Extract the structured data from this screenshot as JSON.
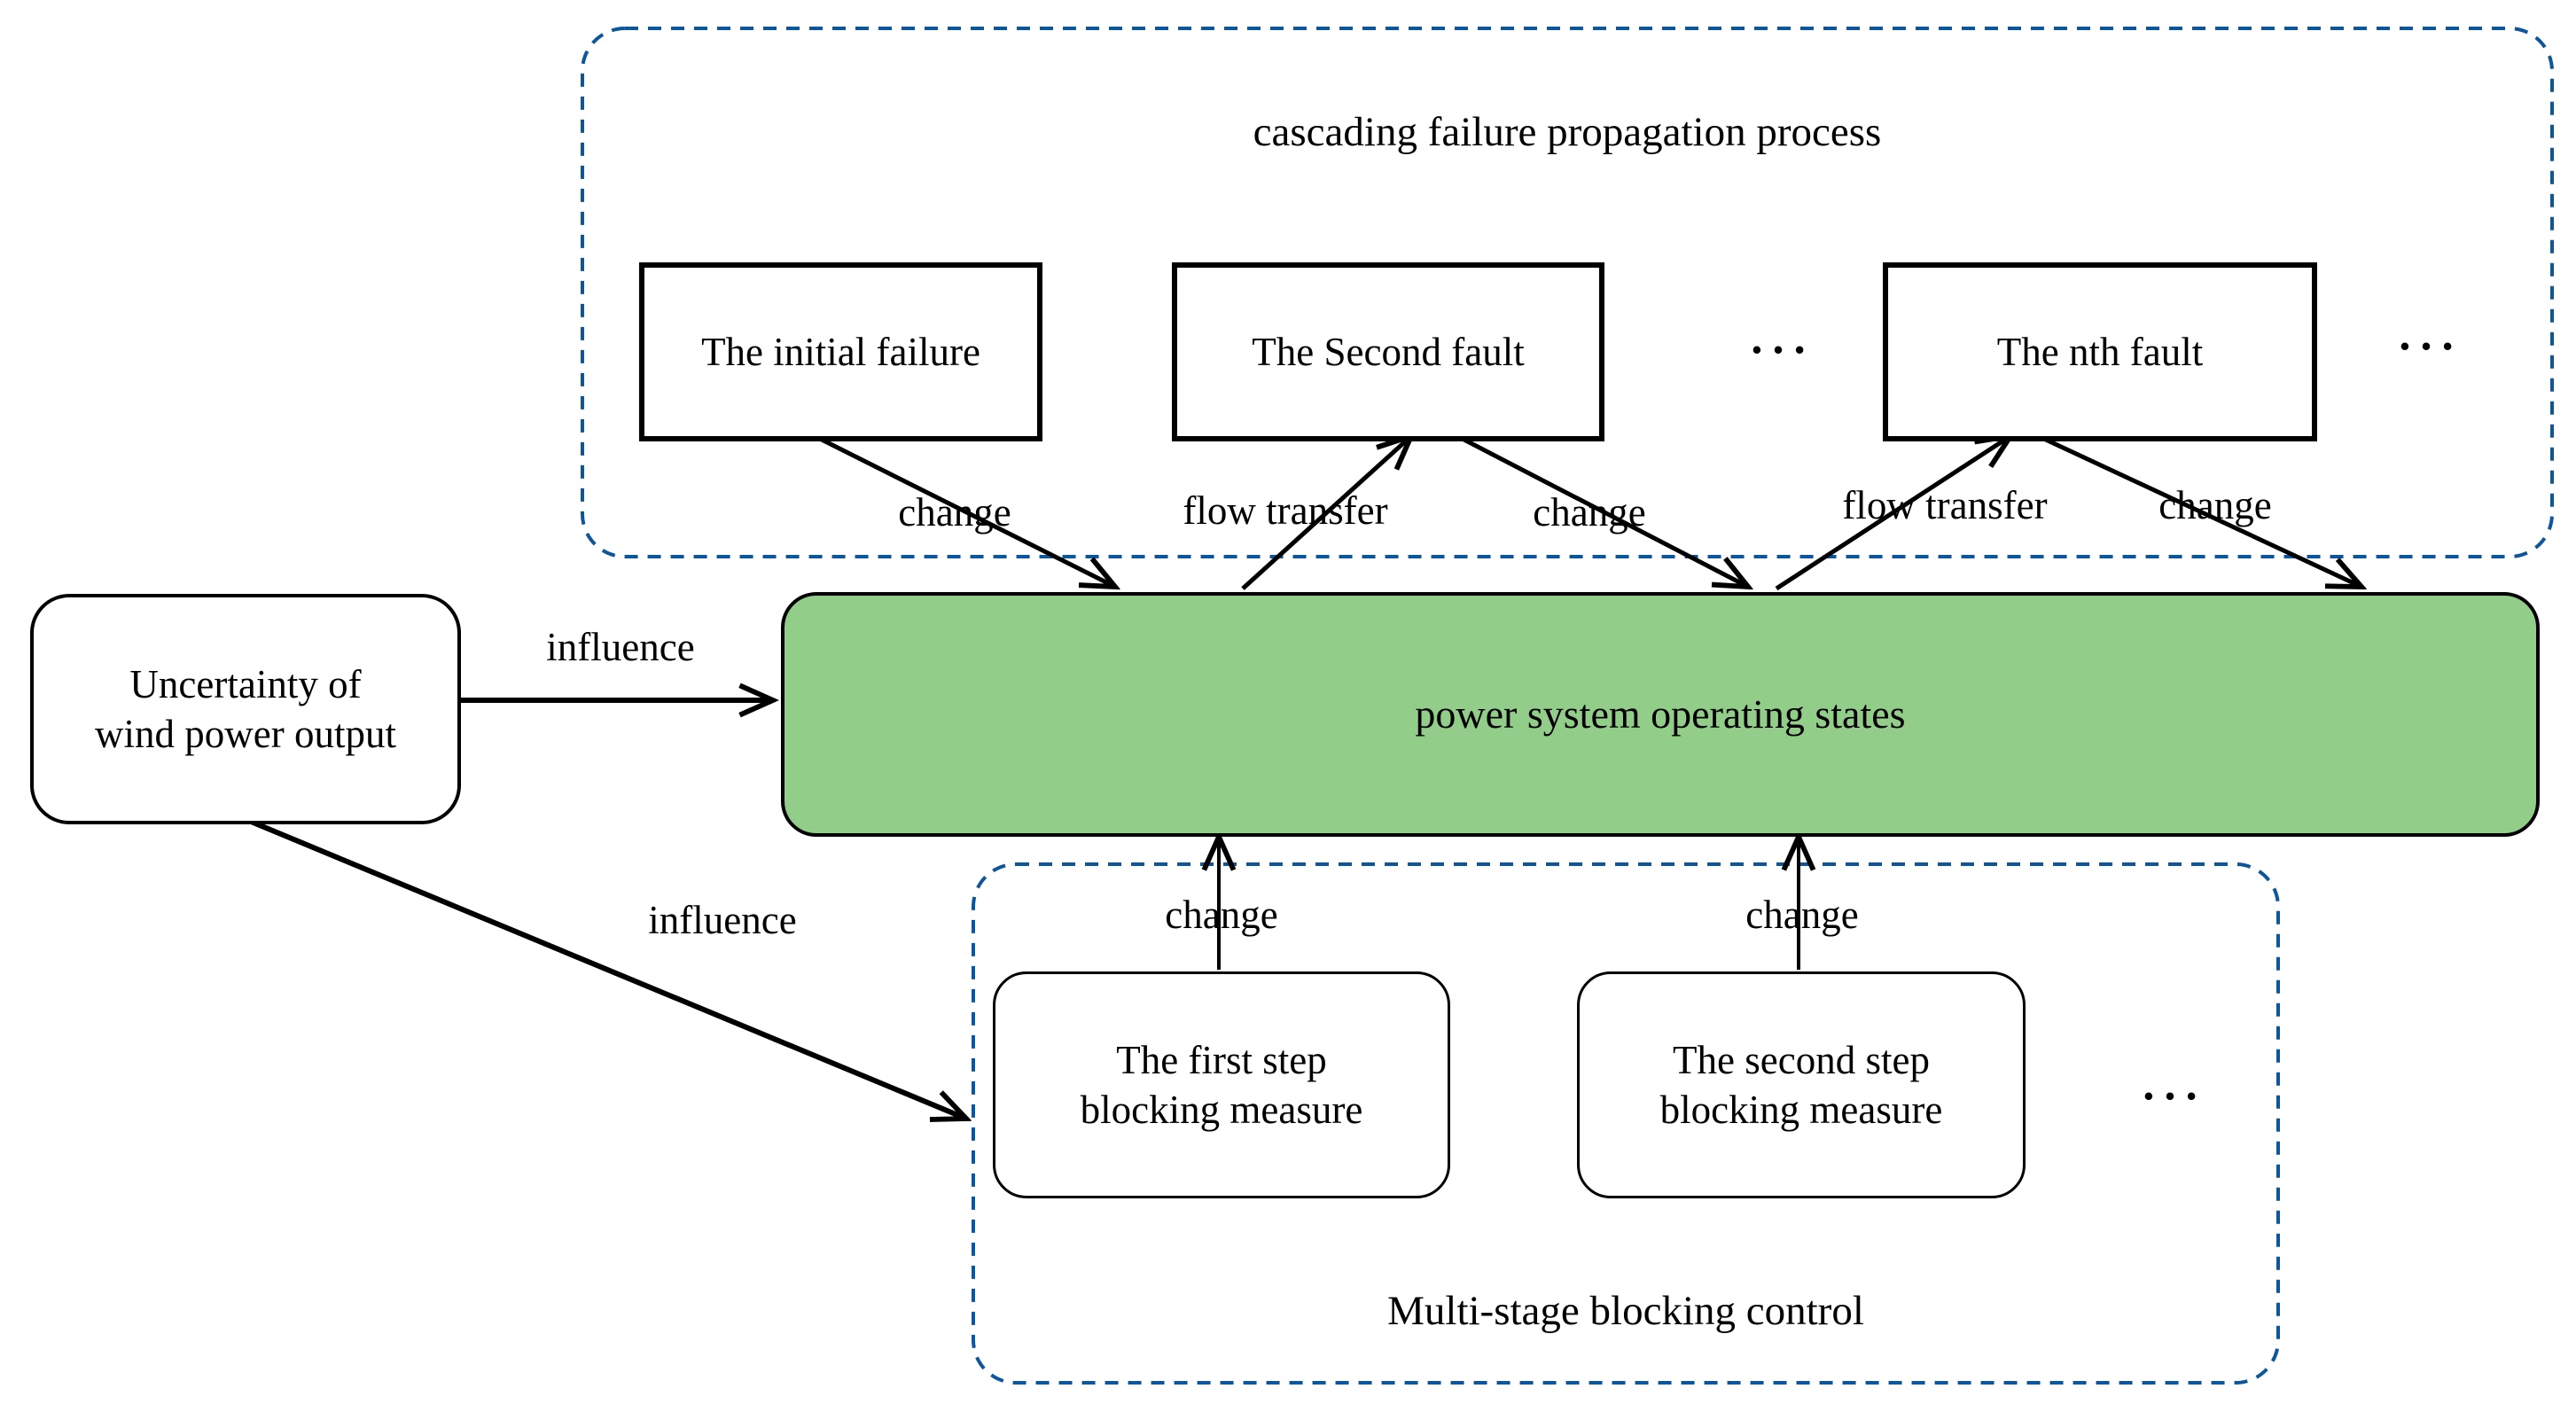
{
  "colors": {
    "container_dash_blue": "#0E569C",
    "state_green": "#92CD89",
    "line_black": "#000000"
  },
  "cascading_group": {
    "title": "cascading failure propagation process",
    "initial_failure": "The initial failure",
    "second_fault": "The Second fault",
    "nth_fault": "The nth fault",
    "ellipsis_between": "…",
    "ellipsis_right": "…"
  },
  "state_box": {
    "label": "power system operating states"
  },
  "wind_box": {
    "line1": "Uncertainty of",
    "line2": "wind power output"
  },
  "blocking_group": {
    "title": "Multi-stage blocking control",
    "first_step": {
      "line1": "The first step",
      "line2": "blocking measure"
    },
    "second_step": {
      "line1": "The second step",
      "line2": "blocking measure"
    },
    "ellipsis": "…"
  },
  "edge_labels": {
    "change_initial": "change",
    "flow_transfer_1": "flow transfer",
    "change_second": "change",
    "flow_transfer_2": "flow transfer",
    "change_nth": "change",
    "influence_state": "influence",
    "influence_blocking": "influence",
    "change_first_step": "change",
    "change_second_step": "change"
  }
}
